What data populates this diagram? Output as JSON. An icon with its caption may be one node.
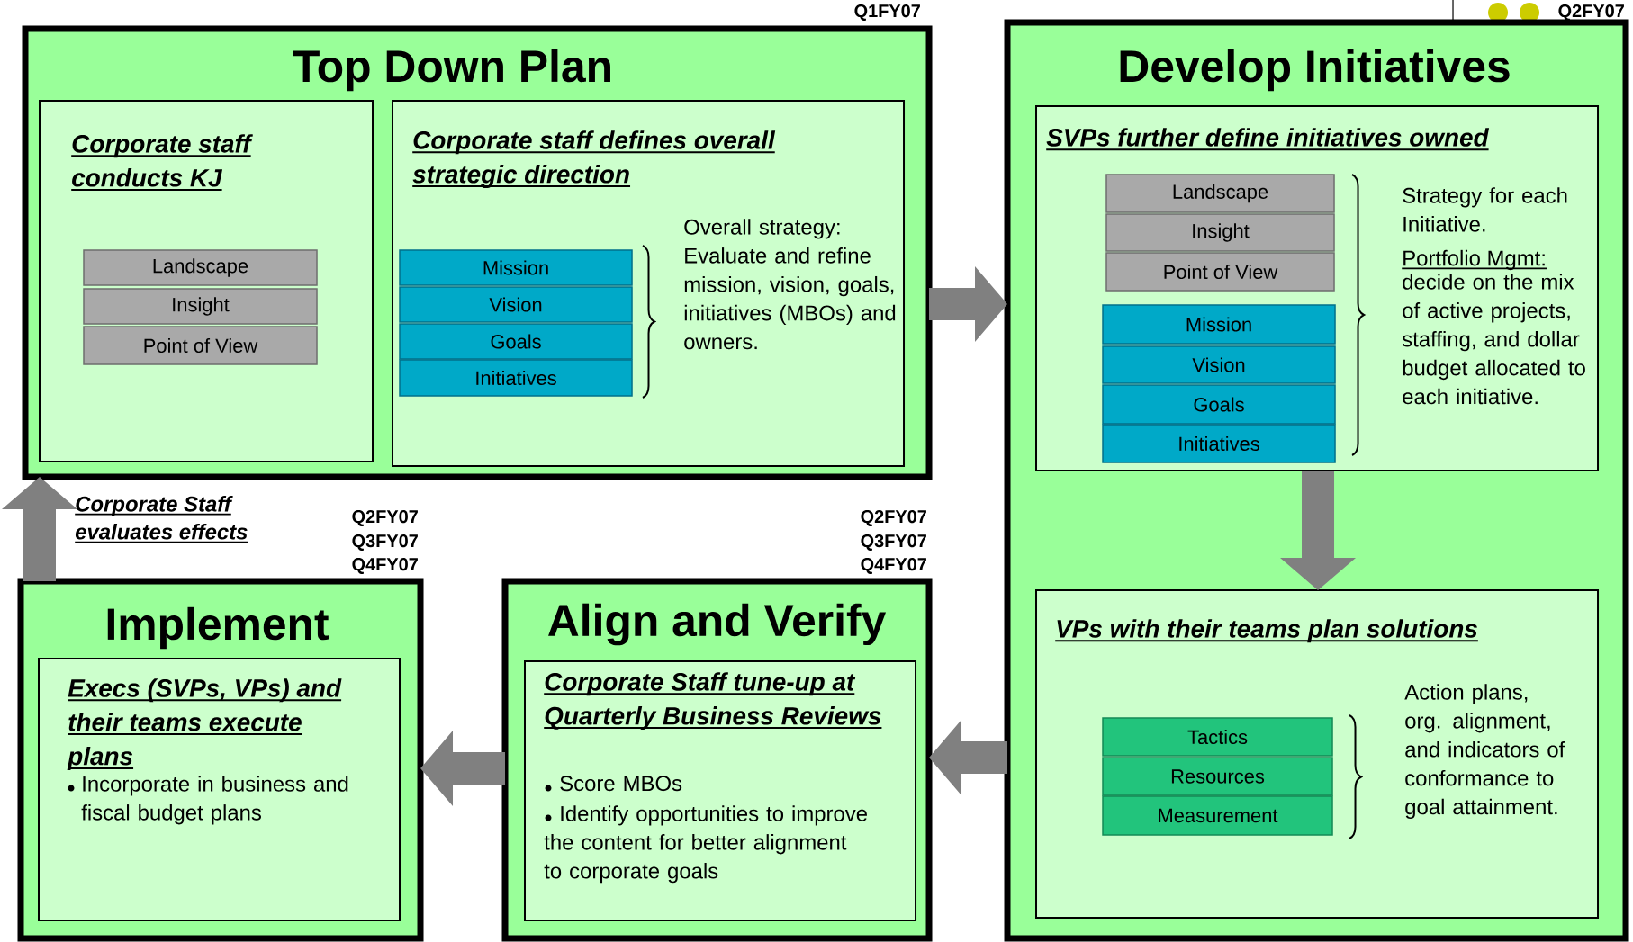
{
  "diagram": {
    "nodes": [
      {
        "text": [
          "Top Down Plan"
        ]
      },
      {
        "text": [
          "Corporate staff conducts KJ"
        ],
        "in": 0
      },
      {
        "text": [
          "Landscape"
        ],
        "in": 1
      },
      {
        "text": [
          "Insight"
        ],
        "in": 1
      },
      {
        "text": [
          "Point of View"
        ],
        "in": 1
      },
      {
        "text": [
          "Corporate staff defines overall strategic direction",
          "Overall strategy: Evaluate and refine mission, vision, goals, initiatives (MBOs) and owners."
        ],
        "in": 0
      },
      {
        "text": [
          "Mission"
        ],
        "in": 5
      },
      {
        "text": [
          "Vision"
        ],
        "in": 5
      },
      {
        "text": [
          "Goals"
        ],
        "in": 5
      },
      {
        "text": [
          "Initiatives"
        ],
        "in": 5
      },
      {
        "text": [
          "Develop Initiatives"
        ]
      },
      {
        "text": [
          "SVPs further define initiatives owned",
          "Strategy for each Initiative.",
          "Portfolio Mgmt:",
          "decide on the mix of active projects, staffing, and dollar budget allocated to each initiative."
        ],
        "in": 10
      },
      {
        "text": [
          "Landscape"
        ],
        "in": 11
      },
      {
        "text": [
          "Insight"
        ],
        "in": 11
      },
      {
        "text": [
          "Point of View"
        ],
        "in": 11
      },
      {
        "text": [
          "Mission"
        ],
        "in": 11
      },
      {
        "text": [
          "Vision"
        ],
        "in": 11
      },
      {
        "text": [
          "Goals"
        ],
        "in": 11
      },
      {
        "text": [
          "Initiatives"
        ],
        "in": 11
      },
      {
        "text": [
          "VPs with their teams plan solutions",
          "Action plans, org. alignment, and indicators of conformance to goal attainment."
        ],
        "in": 10
      },
      {
        "text": [
          "Tactics"
        ],
        "in": 19
      },
      {
        "text": [
          "Resources"
        ],
        "in": 19
      },
      {
        "text": [
          "Measurement"
        ],
        "in": 19
      },
      {
        "text": [
          "Implement"
        ]
      },
      {
        "text": [
          "Execs (SVPs, VPs) and their teams execute plans",
          "Incorporate in business and fiscal budget plans"
        ],
        "in": 23
      },
      {
        "text": [
          "Align and Verify"
        ]
      },
      {
        "text": [
          "Corporate Staff tune-up at Quarterly Business Reviews",
          "Score MBOs",
          "Identify opportunities to improve the content for better alignment to corporate goals"
        ],
        "in": 25
      }
    ],
    "edges": [
      {
        "from": 0,
        "to": 10,
        "arrow": "to"
      },
      {
        "from": 11,
        "to": 19,
        "arrow": "to"
      },
      {
        "from": 10,
        "to": 25,
        "arrow": "to"
      },
      {
        "from": 25,
        "to": 23,
        "arrow": "to"
      },
      {
        "from": 23,
        "to": 0,
        "arrow": "to",
        "label": "Corporate Staff evaluates effects"
      }
    ],
    "labels": [
      "Q1FY07",
      "Q2FY07",
      "Q2FY07",
      "Q3FY07",
      "Q4FY07",
      "Q2FY07",
      "Q3FY07",
      "Q4FY07"
    ]
  }
}
